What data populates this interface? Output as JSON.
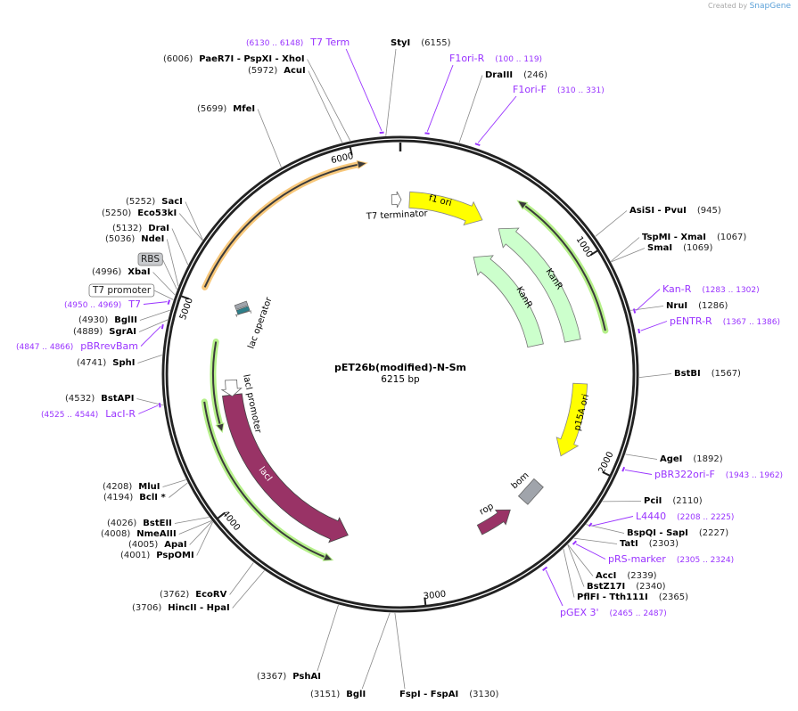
{
  "branding": {
    "created_by": "Created by",
    "app": "SnapGene"
  },
  "plasmid": {
    "name": "pET26b(modified)-N-Sm",
    "length_label": "6215 bp",
    "length_bp": 6215
  },
  "ticks": [
    "1000",
    "2000",
    "3000",
    "4000",
    "5000",
    "6000"
  ],
  "enzymes": [
    {
      "names": [
        "StyI"
      ],
      "pos": "6155"
    },
    {
      "names": [
        "PaeR7I",
        "PspXI",
        "XhoI"
      ],
      "pos": "6006"
    },
    {
      "names": [
        "AcuI"
      ],
      "pos": "5972"
    },
    {
      "names": [
        "MfeI"
      ],
      "pos": "5699"
    },
    {
      "names": [
        "SacI"
      ],
      "pos": "5252"
    },
    {
      "names": [
        "Eco53kI"
      ],
      "pos": "5250"
    },
    {
      "names": [
        "DraI"
      ],
      "pos": "5132"
    },
    {
      "names": [
        "NdeI"
      ],
      "pos": "5036"
    },
    {
      "names": [
        "XbaI"
      ],
      "pos": "4996"
    },
    {
      "names": [
        "BglII"
      ],
      "pos": "4930"
    },
    {
      "names": [
        "SgrAI"
      ],
      "pos": "4889"
    },
    {
      "names": [
        "SphI"
      ],
      "pos": "4741"
    },
    {
      "names": [
        "BstAPI"
      ],
      "pos": "4532"
    },
    {
      "names": [
        "MluI"
      ],
      "pos": "4208"
    },
    {
      "names": [
        "BclI *"
      ],
      "pos": "4194"
    },
    {
      "names": [
        "BstEII"
      ],
      "pos": "4026"
    },
    {
      "names": [
        "NmeAIII"
      ],
      "pos": "4008"
    },
    {
      "names": [
        "ApaI"
      ],
      "pos": "4005"
    },
    {
      "names": [
        "PspOMI"
      ],
      "pos": "4001"
    },
    {
      "names": [
        "EcoRV"
      ],
      "pos": "3762"
    },
    {
      "names": [
        "HincII",
        "HpaI"
      ],
      "pos": "3706"
    },
    {
      "names": [
        "PshAI"
      ],
      "pos": "3367"
    },
    {
      "names": [
        "BglI"
      ],
      "pos": "3151"
    },
    {
      "names": [
        "FspI",
        "FspAI"
      ],
      "pos": "3130"
    },
    {
      "names": [
        "DraIII"
      ],
      "pos": "246"
    },
    {
      "names": [
        "AsiSI",
        "PvuI"
      ],
      "pos": "945"
    },
    {
      "names": [
        "TspMI",
        "XmaI"
      ],
      "pos": "1067"
    },
    {
      "names": [
        "SmaI"
      ],
      "pos": "1069"
    },
    {
      "names": [
        "NruI"
      ],
      "pos": "1286"
    },
    {
      "names": [
        "BstBI"
      ],
      "pos": "1567"
    },
    {
      "names": [
        "AgeI"
      ],
      "pos": "1892"
    },
    {
      "names": [
        "PciI"
      ],
      "pos": "2110"
    },
    {
      "names": [
        "BspQI",
        "SapI"
      ],
      "pos": "2227"
    },
    {
      "names": [
        "TatI"
      ],
      "pos": "2303"
    },
    {
      "names": [
        "AccI"
      ],
      "pos": "2339"
    },
    {
      "names": [
        "BstZ17I"
      ],
      "pos": "2340"
    },
    {
      "names": [
        "PflFI",
        "Tth111I"
      ],
      "pos": "2365"
    }
  ],
  "primers": [
    {
      "name": "T7 Term",
      "range": "6130 .. 6148"
    },
    {
      "name": "F1ori-R",
      "range": "100 .. 119"
    },
    {
      "name": "F1ori-F",
      "range": "310 .. 331"
    },
    {
      "name": "Kan-R",
      "range": "1283 .. 1302"
    },
    {
      "name": "pENTR-R",
      "range": "1367 .. 1386"
    },
    {
      "name": "pBR322ori-F",
      "range": "1943 .. 1962"
    },
    {
      "name": "L4440",
      "range": "2208 .. 2225"
    },
    {
      "name": "pRS-marker",
      "range": "2305 .. 2324"
    },
    {
      "name": "pGEX 3'",
      "range": "2465 .. 2487"
    },
    {
      "name": "T7",
      "range": "4950 .. 4969"
    },
    {
      "name": "pBRrevBam",
      "range": "4847 .. 4866"
    },
    {
      "name": "LacI-R",
      "range": "4525 .. 4544"
    }
  ],
  "boxed_features": [
    {
      "name": "RBS"
    },
    {
      "name": "T7 promoter"
    }
  ],
  "features": {
    "f1_ori": "f1 ori",
    "t7_terminator": "T7 terminator",
    "kanr_outer": "KanR",
    "kanr_inner": "KanR",
    "p15a_ori": "p15A ori",
    "bom": "bom",
    "rop": "rop",
    "laci": "lacI",
    "laci_promoter": "lacI promoter",
    "lac_operator": "lac operator"
  },
  "colors": {
    "primer": "#9933ff",
    "ori": "#ffff00",
    "kanr": "#ccffcc",
    "laci": "#993366",
    "orf_glow": "#b6f08a",
    "orange_glow": "#f7c77a",
    "bom": "#a0a4ab"
  }
}
